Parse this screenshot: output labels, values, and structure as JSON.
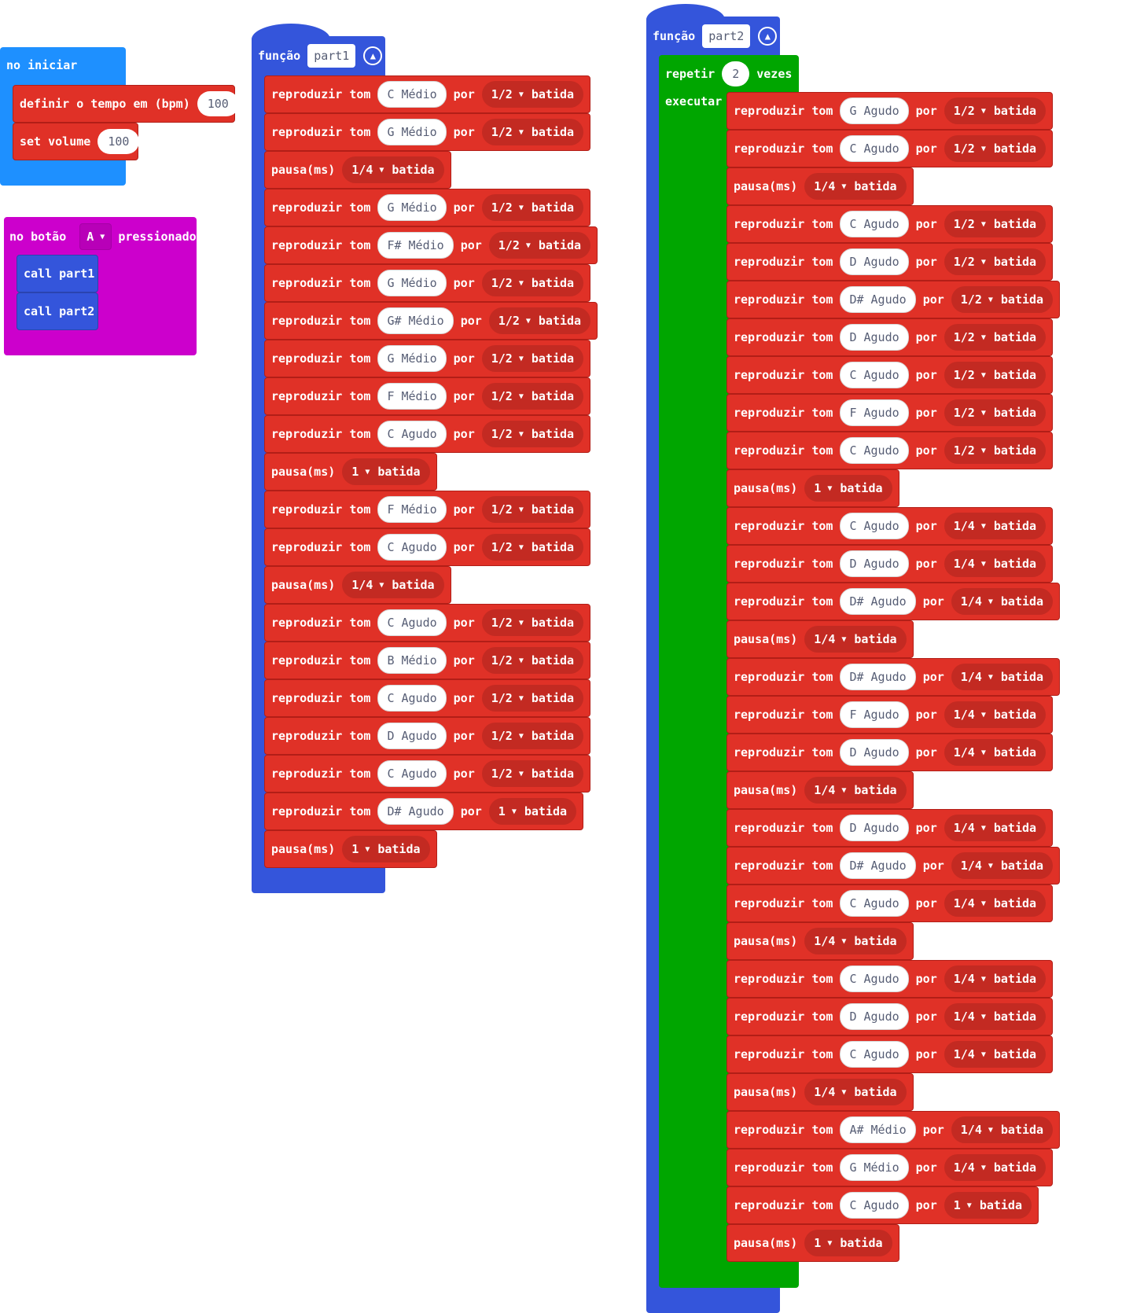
{
  "on_start": {
    "label": "no iniciar",
    "tempo_label": "definir o tempo em (bpm)",
    "tempo_value": "100",
    "volume_label": "set volume",
    "volume_value": "100"
  },
  "on_button": {
    "label_prefix": "no botão",
    "button": "A",
    "label_suffix": "pressionado",
    "calls": [
      "call part1",
      "call part2"
    ]
  },
  "labels": {
    "play": "reproduzir tom",
    "by": "por",
    "beat": "batida",
    "pause": "pausa(ms)",
    "function": "função",
    "repeat": "repetir",
    "times": "vezes",
    "do": "executar"
  },
  "part1": {
    "name": "part1",
    "blocks": [
      {
        "note": "C Médio",
        "beat": "1/2"
      },
      {
        "note": "G Médio",
        "beat": "1/2"
      },
      {
        "pause": "1/4"
      },
      {
        "note": "G Médio",
        "beat": "1/2"
      },
      {
        "note": "F# Médio",
        "beat": "1/2"
      },
      {
        "note": "G Médio",
        "beat": "1/2"
      },
      {
        "note": "G# Médio",
        "beat": "1/2"
      },
      {
        "note": "G Médio",
        "beat": "1/2"
      },
      {
        "note": "F Médio",
        "beat": "1/2"
      },
      {
        "note": "C Agudo",
        "beat": "1/2"
      },
      {
        "pause": "1"
      },
      {
        "note": "F Médio",
        "beat": "1/2"
      },
      {
        "note": "C Agudo",
        "beat": "1/2"
      },
      {
        "pause": "1/4"
      },
      {
        "note": "C Agudo",
        "beat": "1/2"
      },
      {
        "note": "B Médio",
        "beat": "1/2"
      },
      {
        "note": "C Agudo",
        "beat": "1/2"
      },
      {
        "note": "D Agudo",
        "beat": "1/2"
      },
      {
        "note": "C Agudo",
        "beat": "1/2"
      },
      {
        "note": "D# Agudo",
        "beat": "1"
      },
      {
        "pause": "1"
      }
    ]
  },
  "part2": {
    "name": "part2",
    "repeat_count": "2",
    "blocks": [
      {
        "note": "G Agudo",
        "beat": "1/2"
      },
      {
        "note": "C Agudo",
        "beat": "1/2"
      },
      {
        "pause": "1/4"
      },
      {
        "note": "C Agudo",
        "beat": "1/2"
      },
      {
        "note": "D Agudo",
        "beat": "1/2"
      },
      {
        "note": "D# Agudo",
        "beat": "1/2"
      },
      {
        "note": "D Agudo",
        "beat": "1/2"
      },
      {
        "note": "C Agudo",
        "beat": "1/2"
      },
      {
        "note": "F Agudo",
        "beat": "1/2"
      },
      {
        "note": "C Agudo",
        "beat": "1/2"
      },
      {
        "pause": "1"
      },
      {
        "note": "C Agudo",
        "beat": "1/4"
      },
      {
        "note": "D Agudo",
        "beat": "1/4"
      },
      {
        "note": "D# Agudo",
        "beat": "1/4"
      },
      {
        "pause": "1/4"
      },
      {
        "note": "D# Agudo",
        "beat": "1/4"
      },
      {
        "note": "F Agudo",
        "beat": "1/4"
      },
      {
        "note": "D Agudo",
        "beat": "1/4"
      },
      {
        "pause": "1/4"
      },
      {
        "note": "D Agudo",
        "beat": "1/4"
      },
      {
        "note": "D# Agudo",
        "beat": "1/4"
      },
      {
        "note": "C Agudo",
        "beat": "1/4"
      },
      {
        "pause": "1/4"
      },
      {
        "note": "C Agudo",
        "beat": "1/4"
      },
      {
        "note": "D Agudo",
        "beat": "1/4"
      },
      {
        "note": "C Agudo",
        "beat": "1/4"
      },
      {
        "pause": "1/4"
      },
      {
        "note": "A# Médio",
        "beat": "1/4"
      },
      {
        "note": "G Médio",
        "beat": "1/4"
      },
      {
        "note": "C Agudo",
        "beat": "1"
      },
      {
        "pause": "1"
      }
    ]
  },
  "colors": {
    "event_blue": "#1e90ff",
    "event_magenta": "#cc00cc",
    "function_blue": "#3455db",
    "loop_green": "#00a600",
    "music_red": "#e03127"
  }
}
